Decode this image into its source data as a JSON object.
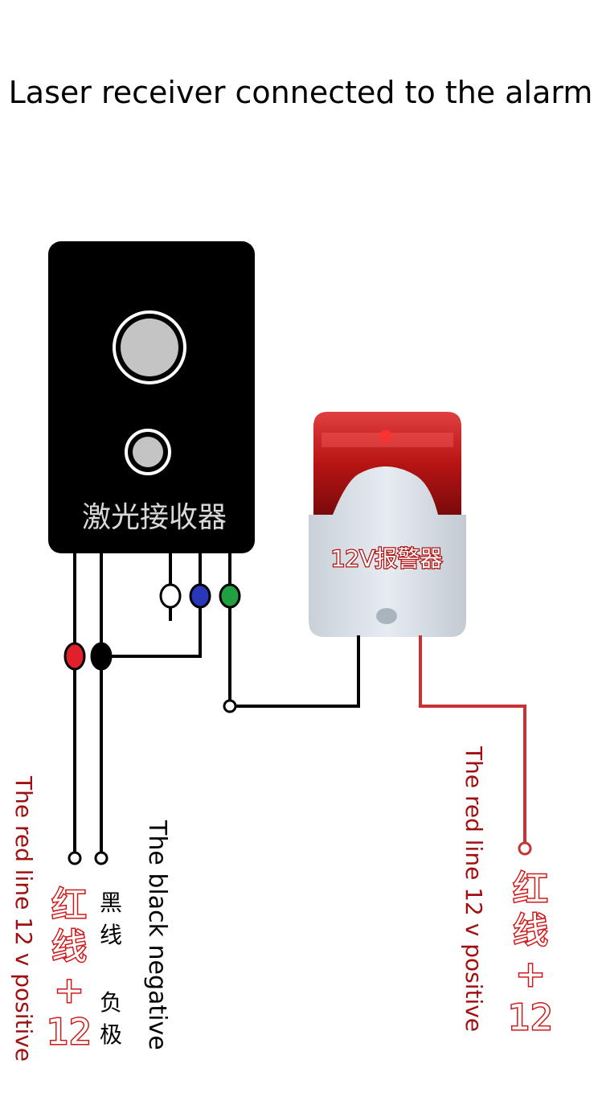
{
  "title": "Laser receiver connected to the alarm",
  "receiver": {
    "label": "激光接收器"
  },
  "alarm": {
    "label": "12V报警器"
  },
  "left_labels": {
    "red_line_caption": "The red line 12 v positive",
    "red_cn_1": "红",
    "red_cn_2": "线",
    "red_plus": "+",
    "red_12": "12",
    "black_cn_1": "黑",
    "black_cn_2": "线",
    "black_neg_1": "负",
    "black_neg_2": "极",
    "black_caption": "The black negative"
  },
  "right_labels": {
    "red_line_caption": "The red line 12 v positive",
    "red_cn_1": "红",
    "red_cn_2": "线",
    "red_plus": "+",
    "red_12": "12"
  },
  "colors": {
    "receiver_body": "#000000",
    "wire_black": "#000000",
    "wire_red": "#c83232",
    "terminal_red": "#e0202a",
    "terminal_blue": "#2838b8",
    "terminal_green": "#20a040",
    "alarm_dome": "#b81414",
    "alarm_body": "#dde4ea"
  }
}
